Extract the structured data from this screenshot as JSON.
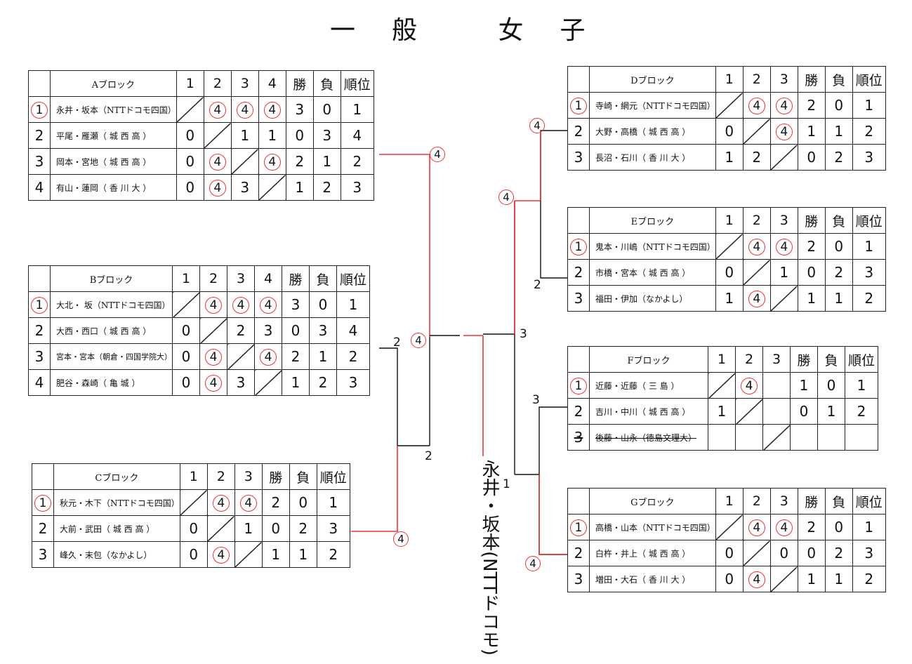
{
  "title": "一般 女子",
  "blocks": {
    "A": {
      "name": "Aブロック",
      "cols": [
        "1",
        "2",
        "3",
        "4"
      ],
      "stats": [
        "勝",
        "負",
        "順位"
      ],
      "rows": [
        {
          "no": "1",
          "name": "永井・坂本（NTTドコモ四国）",
          "cells": [
            "",
            "4",
            "4",
            "4"
          ],
          "win": "3",
          "loss": "0",
          "rank": "1"
        },
        {
          "no": "2",
          "name": "平尾・雁瀬（ 城 西 高 ）",
          "cells": [
            "0",
            "",
            "1",
            "1"
          ],
          "win": "0",
          "loss": "3",
          "rank": "4"
        },
        {
          "no": "3",
          "name": "岡本・宮地（ 城 西 高 ）",
          "cells": [
            "0",
            "4",
            "",
            "4"
          ],
          "win": "2",
          "loss": "1",
          "rank": "2"
        },
        {
          "no": "4",
          "name": "有山・蓮岡（ 香 川 大 ）",
          "cells": [
            "0",
            "4",
            "3",
            ""
          ],
          "win": "1",
          "loss": "2",
          "rank": "3"
        }
      ]
    },
    "B": {
      "name": "Bブロック",
      "cols": [
        "1",
        "2",
        "3",
        "4"
      ],
      "stats": [
        "勝",
        "負",
        "順位"
      ],
      "rows": [
        {
          "no": "1",
          "name": "大北・ 坂（NTTドコモ四国）",
          "cells": [
            "",
            "4",
            "4",
            "4"
          ],
          "win": "3",
          "loss": "0",
          "rank": "1"
        },
        {
          "no": "2",
          "name": "大西・西口（ 城 西 高 ）",
          "cells": [
            "0",
            "",
            "2",
            "3"
          ],
          "win": "0",
          "loss": "3",
          "rank": "4"
        },
        {
          "no": "3",
          "name": "宮本・宮本（朝倉・四国学院大）",
          "cells": [
            "0",
            "4",
            "",
            "4"
          ],
          "win": "2",
          "loss": "1",
          "rank": "2"
        },
        {
          "no": "4",
          "name": "肥谷・森崎（ 亀  城 ）",
          "cells": [
            "0",
            "4",
            "3",
            ""
          ],
          "win": "1",
          "loss": "2",
          "rank": "3"
        }
      ]
    },
    "C": {
      "name": "Cブロック",
      "cols": [
        "1",
        "2",
        "3"
      ],
      "stats": [
        "勝",
        "負",
        "順位"
      ],
      "rows": [
        {
          "no": "1",
          "name": "秋元・木下（NTTドコモ四国）",
          "cells": [
            "",
            "4",
            "4"
          ],
          "win": "2",
          "loss": "0",
          "rank": "1"
        },
        {
          "no": "2",
          "name": "大前・武田（ 城 西 高 ）",
          "cells": [
            "0",
            "",
            "1"
          ],
          "win": "0",
          "loss": "2",
          "rank": "3"
        },
        {
          "no": "3",
          "name": "峰久・末包（なかよし）",
          "cells": [
            "0",
            "4",
            ""
          ],
          "win": "1",
          "loss": "1",
          "rank": "2"
        }
      ]
    },
    "D": {
      "name": "Dブロック",
      "cols": [
        "1",
        "2",
        "3"
      ],
      "stats": [
        "勝",
        "負",
        "順位"
      ],
      "rows": [
        {
          "no": "1",
          "name": "寺崎・網元（NTTドコモ四国）",
          "cells": [
            "",
            "4",
            "4"
          ],
          "win": "2",
          "loss": "0",
          "rank": "1"
        },
        {
          "no": "2",
          "name": "大野・高橋（ 城 西 高 ）",
          "cells": [
            "0",
            "",
            "4"
          ],
          "win": "1",
          "loss": "1",
          "rank": "2"
        },
        {
          "no": "3",
          "name": "長沼・石川（ 香 川 大 ）",
          "cells": [
            "1",
            "2",
            ""
          ],
          "win": "0",
          "loss": "2",
          "rank": "3"
        }
      ]
    },
    "E": {
      "name": "Eブロック",
      "cols": [
        "1",
        "2",
        "3"
      ],
      "stats": [
        "勝",
        "負",
        "順位"
      ],
      "rows": [
        {
          "no": "1",
          "name": "鬼本・川嶋（NTTドコモ四国）",
          "cells": [
            "",
            "4",
            "4"
          ],
          "win": "2",
          "loss": "0",
          "rank": "1"
        },
        {
          "no": "2",
          "name": "市橋・宮本（ 城 西 高 ）",
          "cells": [
            "0",
            "",
            "1"
          ],
          "win": "0",
          "loss": "2",
          "rank": "3"
        },
        {
          "no": "3",
          "name": "福田・伊加（なかよし）",
          "cells": [
            "1",
            "4",
            ""
          ],
          "win": "1",
          "loss": "1",
          "rank": "2"
        }
      ]
    },
    "F": {
      "name": "Fブロック",
      "cols": [
        "1",
        "2",
        "3"
      ],
      "stats": [
        "勝",
        "負",
        "順位"
      ],
      "rows": [
        {
          "no": "1",
          "name": "近藤・近藤（ 三  島 ）",
          "cells": [
            "",
            "4",
            ""
          ],
          "win": "1",
          "loss": "0",
          "rank": "1"
        },
        {
          "no": "2",
          "name": "吉川・中川（ 城 西 高 ）",
          "cells": [
            "1",
            "",
            ""
          ],
          "win": "0",
          "loss": "1",
          "rank": "2"
        },
        {
          "no": "3",
          "name": "後藤・山永（徳島文理大）",
          "cells": [
            "",
            "",
            ""
          ],
          "win": "",
          "loss": "",
          "rank": ""
        }
      ]
    },
    "G": {
      "name": "Gブロック",
      "cols": [
        "1",
        "2",
        "3"
      ],
      "stats": [
        "勝",
        "負",
        "順位"
      ],
      "rows": [
        {
          "no": "1",
          "name": "高橋・山本（NTTドコモ四国）",
          "cells": [
            "",
            "4",
            "4"
          ],
          "win": "2",
          "loss": "0",
          "rank": "1"
        },
        {
          "no": "2",
          "name": "白杵・井上（ 城 西 高 ）",
          "cells": [
            "0",
            "",
            "0"
          ],
          "win": "0",
          "loss": "2",
          "rank": "3"
        },
        {
          "no": "3",
          "name": "増田・大石（ 香 川 大 ）",
          "cells": [
            "0",
            "4",
            ""
          ],
          "win": "1",
          "loss": "1",
          "rank": "2"
        }
      ]
    }
  },
  "bracket": {
    "scores_left": [
      "4",
      "2",
      "4",
      "2",
      "4"
    ],
    "scores_right": [
      "4",
      "2",
      "4",
      "3",
      "3",
      "4"
    ],
    "center_score": "3",
    "final_scores": [
      "1"
    ],
    "winner": "永井・坂本(NTTドコモ)"
  },
  "colors": {
    "ink": "#111111",
    "red": "#e33333"
  }
}
